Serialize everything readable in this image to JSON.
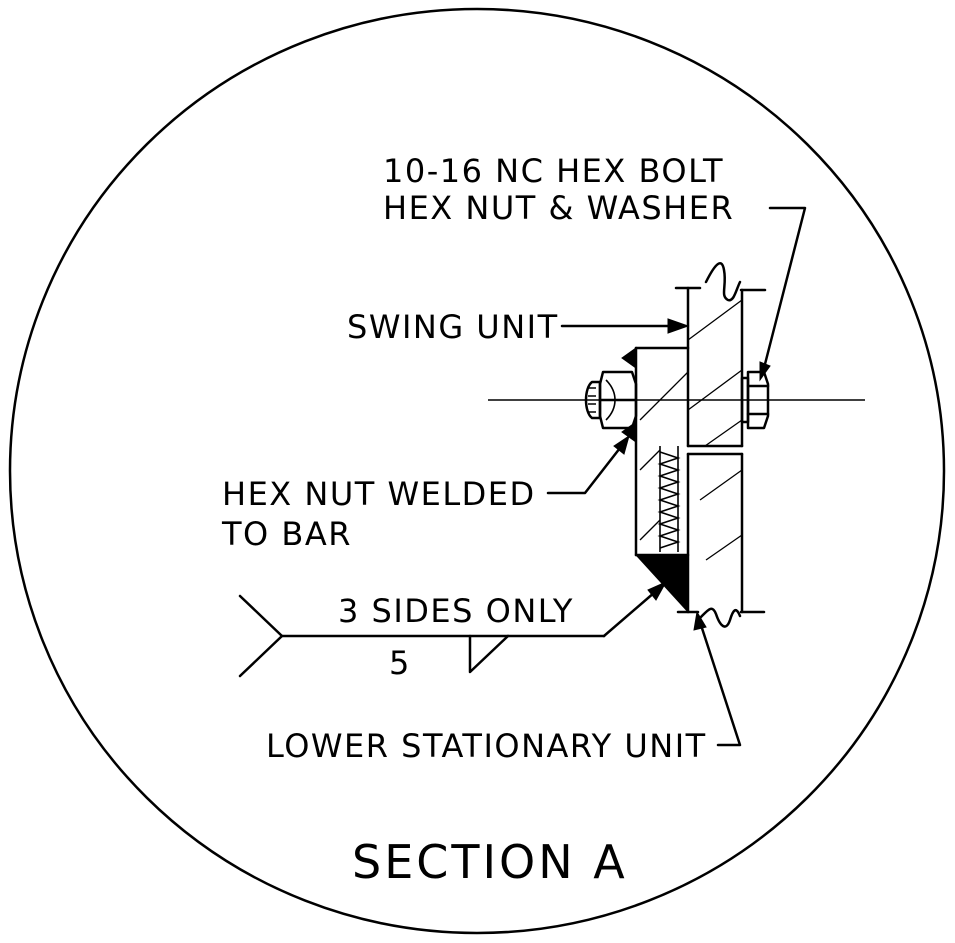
{
  "labels": {
    "bolt_line1": "10-16 NC HEX BOLT",
    "bolt_line2": "HEX NUT & WASHER",
    "swing_unit": "SWING UNIT",
    "hex_nut_line1": "HEX NUT WELDED",
    "hex_nut_line2": "TO BAR",
    "weld_note": "3 SIDES ONLY",
    "weld_size": "5",
    "lower_unit": "LOWER STATIONARY UNIT",
    "section_title": "SECTION A"
  }
}
